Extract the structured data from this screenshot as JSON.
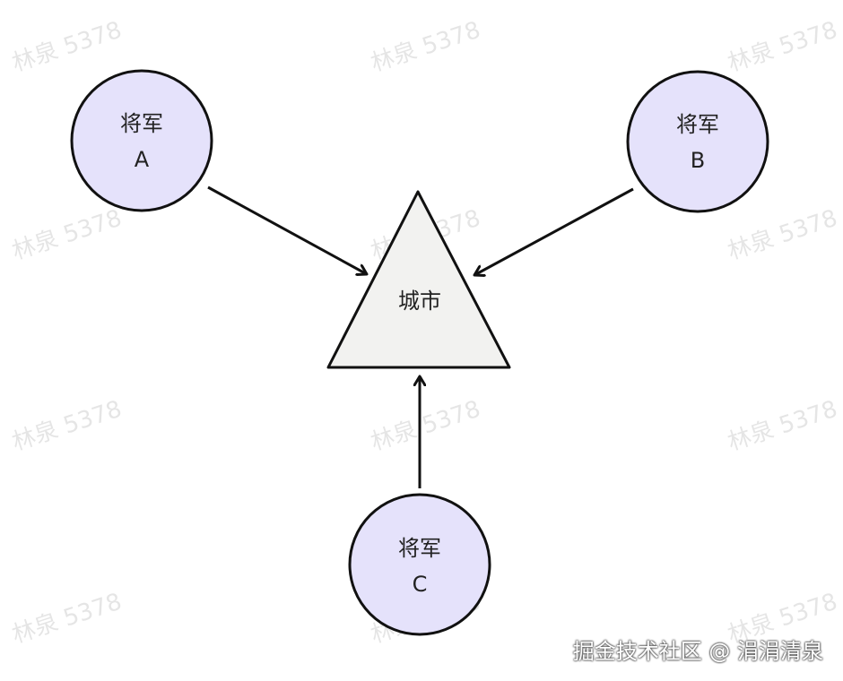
{
  "colors": {
    "circle_fill": "#e5e2fb",
    "triangle_fill": "#f2f2f0",
    "stroke": "#111111"
  },
  "nodes": {
    "general_a": {
      "line1": "将军",
      "line2": "A"
    },
    "general_b": {
      "line1": "将军",
      "line2": "B"
    },
    "general_c": {
      "line1": "将军",
      "line2": "C"
    },
    "city": {
      "label": "城市"
    }
  },
  "watermark": "林泉 5378",
  "footer": "掘金技术社区 @ 涓涓清泉"
}
